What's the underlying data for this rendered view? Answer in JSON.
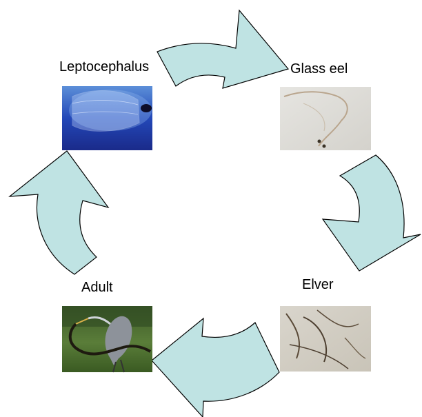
{
  "title": "",
  "colors": {
    "arrow_fill": "#bfe3e3",
    "arrow_stroke": "#000000",
    "label_text": "#000000"
  },
  "stages": [
    {
      "key": "leptocephalus",
      "label": "Leptocephalus",
      "image": "leptocephalus larva photo"
    },
    {
      "key": "glass-eel",
      "label": "Glass eel",
      "image": "glass eel photo"
    },
    {
      "key": "elver",
      "label": "Elver",
      "image": "elver photo"
    },
    {
      "key": "adult",
      "label": "Adult",
      "image": "heron catching adult eel photo"
    }
  ],
  "arrows": [
    {
      "from": "leptocephalus",
      "to": "glass-eel"
    },
    {
      "from": "glass-eel",
      "to": "elver"
    },
    {
      "from": "elver",
      "to": "adult"
    },
    {
      "from": "adult",
      "to": "leptocephalus"
    }
  ]
}
